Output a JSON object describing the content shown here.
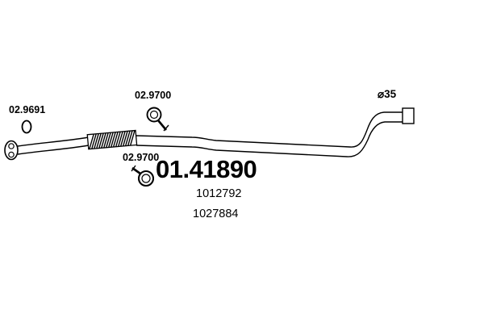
{
  "diagram": {
    "type": "exhaust-pipe-technical-drawing",
    "colors": {
      "line": "#000000",
      "background": "#ffffff"
    },
    "part_labels": {
      "gasket": "02.9691",
      "clamp_top": "02.9700",
      "clamp_bottom": "02.9700",
      "pipe_diameter": "⌀35",
      "main_part": "01.41890",
      "oe_numbers": [
        "1012792",
        "1027884"
      ]
    }
  }
}
